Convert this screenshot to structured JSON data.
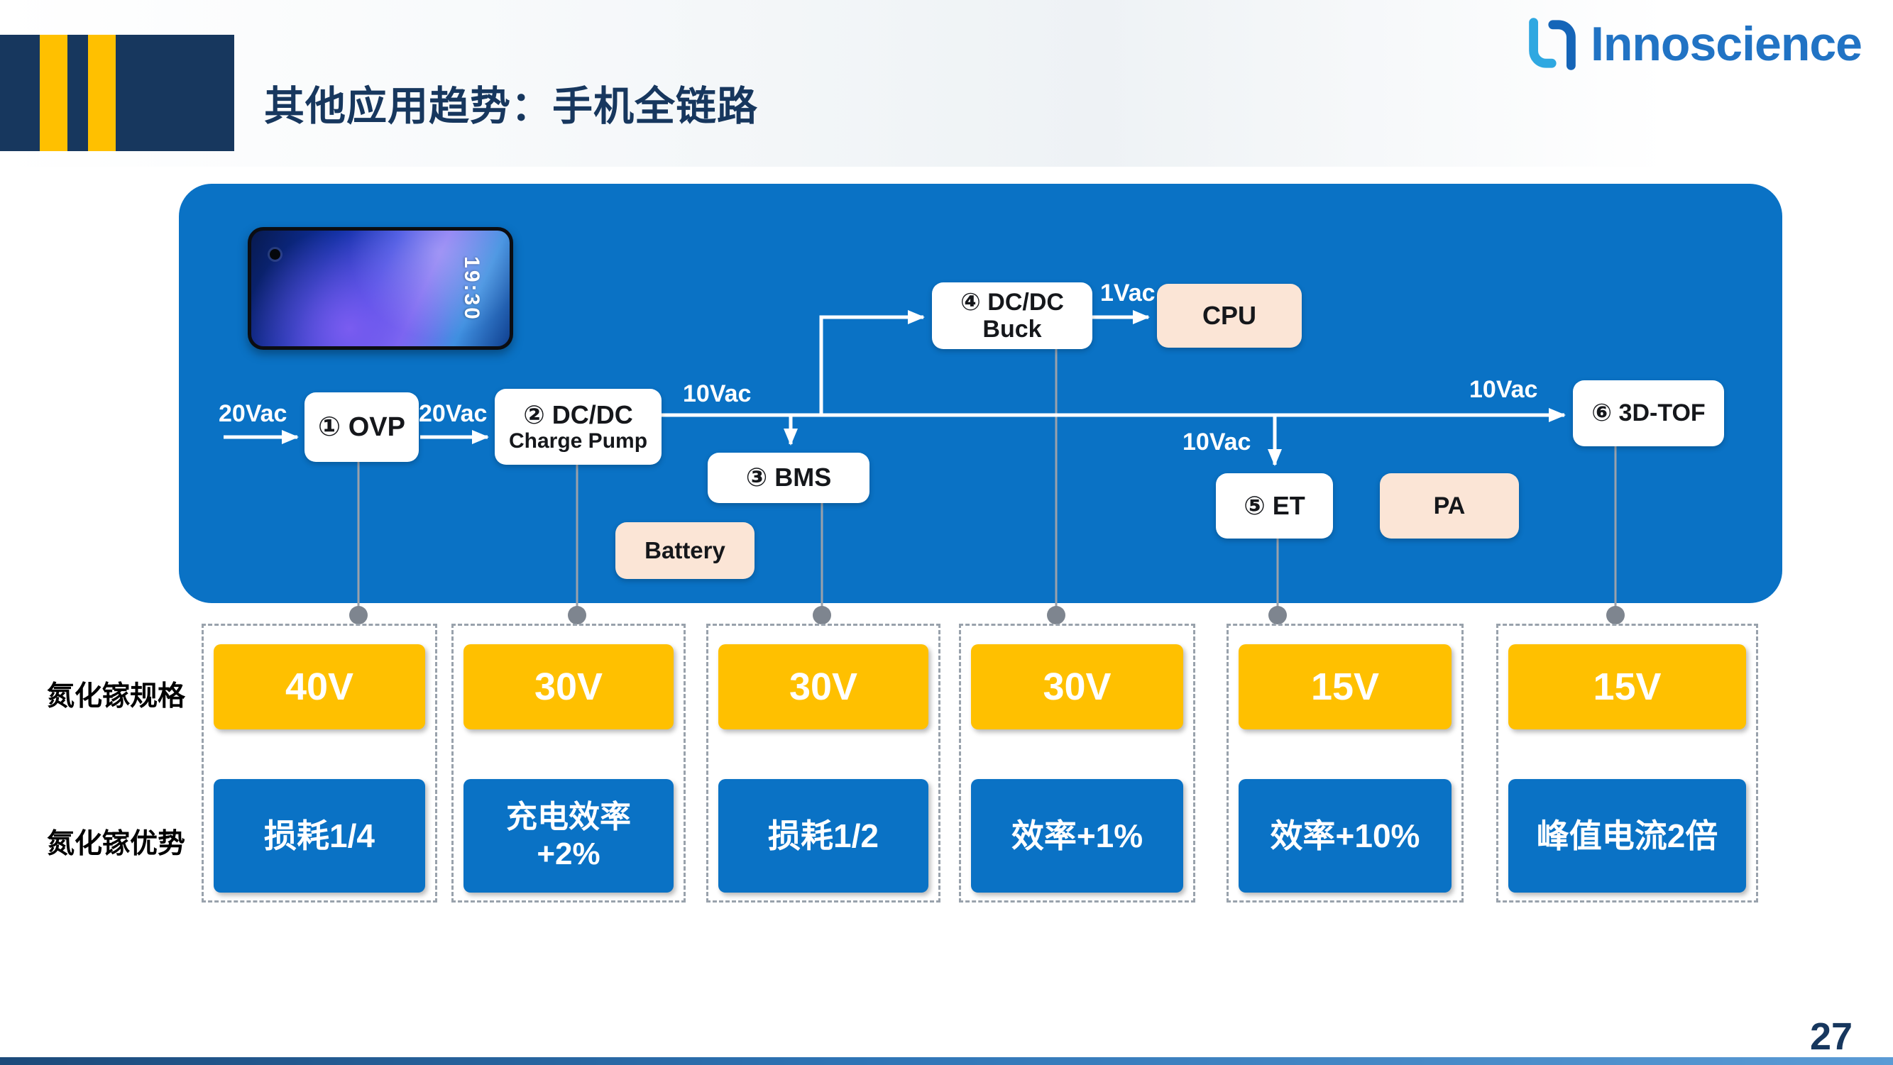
{
  "header": {
    "title": "其他应用趋势：手机全链路",
    "logo_text": "Innoscience"
  },
  "diagram": {
    "phone_clock": "19:30",
    "nodes": {
      "ovp": "① OVP",
      "charge_pump_line1": "② DC/DC",
      "charge_pump_line2": "Charge Pump",
      "bms": "③ BMS",
      "buck_line1": "④ DC/DC",
      "buck_line2": "Buck",
      "cpu": "CPU",
      "battery": "Battery",
      "et": "⑤ ET",
      "pa": "PA",
      "tof": "⑥ 3D-TOF"
    },
    "labels": {
      "input_20vac": "20Vac",
      "ovp_out_20vac": "20Vac",
      "bus_10vac": "10Vac",
      "cpu_1vac": "1Vac",
      "et_10vac": "10Vac",
      "tof_10vac": "10Vac"
    }
  },
  "comparison": {
    "row_spec_label": "氮化镓规格",
    "row_adv_label": "氮化镓优势",
    "columns": [
      {
        "spec": "40V",
        "advantage": "损耗1/4"
      },
      {
        "spec": "30V",
        "advantage": "充电效率\n+2%"
      },
      {
        "spec": "30V",
        "advantage": "损耗1/2"
      },
      {
        "spec": "30V",
        "advantage": "效率+1%"
      },
      {
        "spec": "15V",
        "advantage": "效率+10%"
      },
      {
        "spec": "15V",
        "advantage": "峰值电流2倍"
      }
    ]
  },
  "footer": {
    "page_number": "27"
  },
  "colors": {
    "panel_blue": "#0A72C5",
    "spec_yellow": "#FFC000",
    "navy": "#17375E",
    "peach": "#FBE5D6",
    "logo_blue": "#2173C4"
  }
}
